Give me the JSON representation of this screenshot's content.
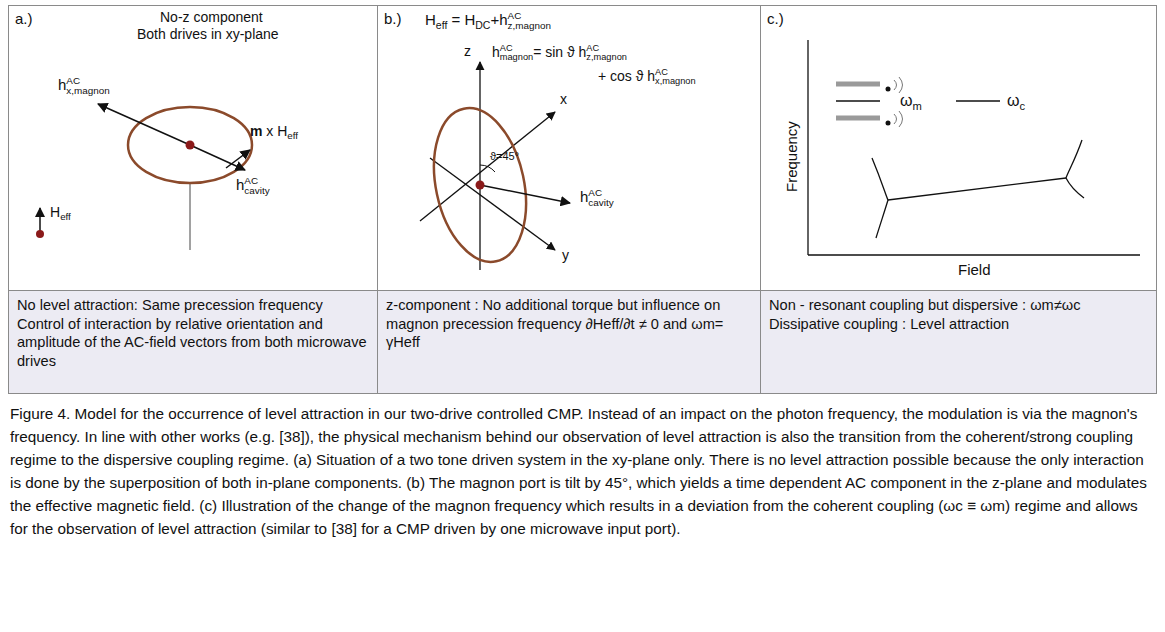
{
  "diagram": {
    "caption": "Figure 4. Model for the occurrence of level attraction in our two-drive controlled CMP. Instead of an impact on the photon frequency, the modulation is via the magnon's frequency. In line with other works (e.g. [38]), the physical mechanism behind our observation of level attraction is also the transition from the coherent/strong coupling regime to the dispersive coupling regime. (a) Situation of a two tone driven system in the xy-plane only. There is no level attraction possible because the only interaction is done by the superposition of both in-plane components. (b) The magnon port is tilt by 45°, which yields a time dependent AC component in the z-plane and modulates the effective magnetic field. (c) Illustration of the change of the magnon frequency which results in a deviation from the coherent coupling (ωc ≡ ωm) regime and allows for the observation of level attraction (similar to [38] for a CMP driven by one microwave input port).",
    "nodes": [
      {
        "text": [
          "a.)"
        ]
      },
      {
        "text": [
          "b.)"
        ]
      },
      {
        "text": [
          "c.)"
        ]
      },
      {
        "text": [
          "No level attraction: Same precession frequency",
          "Control of interaction by relative orientation and amplitude of the AC-field vectors from both microwave drives"
        ]
      },
      {
        "text": [
          "z-component : No additional torque but influence on magnon precession frequency ∂Heff/∂t ≠ 0 and ωm= γHeff"
        ]
      },
      {
        "text": [
          "Non - resonant coupling but dispersive : ωm≠ωc",
          "Dissipative coupling : Level attraction"
        ]
      }
    ],
    "labels": [
      "No-z component",
      "Both drives in xy-plane",
      "h",
      "AC",
      "x,magnon",
      "m",
      " x H",
      "eff",
      "h",
      "AC",
      "cavity",
      "H",
      "eff",
      "H",
      "eff",
      " = H",
      "DC",
      "+h",
      "AC",
      "z,magnon",
      "z",
      "h",
      "AC",
      "magnon",
      "= sin ϑ h",
      "AC",
      "z,magnon",
      "x",
      "+ cos ϑ h",
      "AC",
      "x,magnon",
      "ϑ=45°",
      "h",
      "AC",
      "cavity",
      "y",
      "Frequency",
      "ω",
      "m",
      "ω",
      "c",
      "Field"
    ]
  }
}
